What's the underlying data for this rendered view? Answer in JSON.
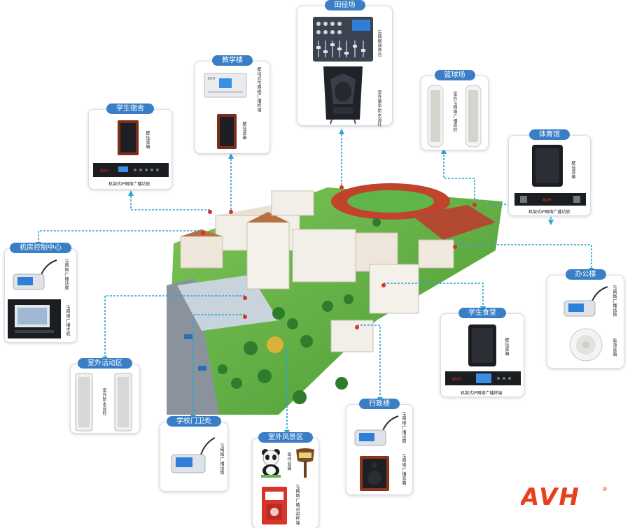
{
  "cards": {
    "tianjing": {
      "title": "田径场",
      "label1": "IP网络调音台",
      "label2": "室外豪华防水音柱"
    },
    "jiaoxue": {
      "title": "教学楼",
      "label1": "壁挂式IP网络广播终端",
      "label2": "壁挂音箱"
    },
    "lanqiu": {
      "title": "篮球场",
      "label1": "室外IP网络广播音柱"
    },
    "sushe": {
      "title": "学生宿舍",
      "label1": "壁挂音箱",
      "label2": "机架式IP网络广播功放"
    },
    "tiyu": {
      "title": "体育馆",
      "label1": "壁挂音箱",
      "label2": "机架式IP网络广播功放"
    },
    "jifang": {
      "title": "机房控制中心",
      "label1": "IP网络广播话筒",
      "label2": "IP网络广播主机"
    },
    "bangong": {
      "title": "办公楼",
      "label1": "IP网络广播话筒",
      "label2": "吸顶音箱"
    },
    "huodong": {
      "title": "室外活动区",
      "label1": "室外防水音柱"
    },
    "shitang": {
      "title": "学生食堂",
      "label1": "壁挂音箱",
      "label2": "机架式IP网络广播终端"
    },
    "menwei": {
      "title": "学校门卫处",
      "label1": "IP网络广播话筒"
    },
    "fengjing": {
      "title": "室外风景区",
      "label1": "草坪音箱",
      "label2": "IP网络广播对讲终端"
    },
    "xingzheng": {
      "title": "行政楼",
      "label1": "IP网络广播话筒",
      "label2": "IP网络广播音箱"
    }
  },
  "device_text": {
    "rack_brand": "AVH",
    "screen_text": "AVH"
  },
  "logo": {
    "text": "AVH",
    "registered": "®"
  },
  "colors": {
    "title_bg": "#3a7fc6",
    "connector": "#2ea3d6",
    "logo": "#e8401c",
    "grass": "#5fb548",
    "track": "#c0432c",
    "building": "#f1efe8",
    "roof": "#b8703c"
  }
}
